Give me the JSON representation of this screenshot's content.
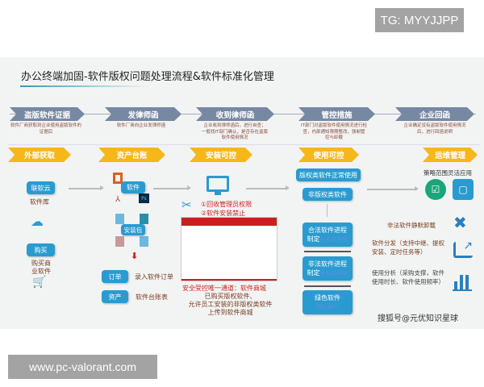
{
  "watermark_top": "TG: MYYJJPP",
  "watermark_bottom": "www.pc-valorant.com",
  "title": "办公终端加固-软件版权问题处理流程&软件标准化管理",
  "process": [
    {
      "label": "盗版软件证据",
      "desc": "软件厂商获取到企业使用盗版软件的证据后"
    },
    {
      "label": "发律师函",
      "desc": "软件厂商向企业发律师函"
    },
    {
      "label": "收到律师函",
      "desc": "企业收到律师函后，进行自查；一般找IT部门确认，是否存在盗版软件使用情况"
    },
    {
      "label": "管控措施",
      "desc": "IT部门对盗版软件使用情况进行检查，内部通知限期整改，强制管控与卸载"
    },
    {
      "label": "企业回函",
      "desc": "企业确定没有盗版软件使用情况后，进行回函说明"
    }
  ],
  "stages": [
    "外部获取",
    "资产台账",
    "安装可控",
    "使用可控",
    "运维管理"
  ],
  "external": {
    "cloud_btn": "联软云",
    "cloud_label": "软件库",
    "buy_btn": "购买",
    "buy_label": "购买商业软件"
  },
  "ledger": {
    "software_btn": "软件",
    "package_btn": "安装包",
    "order_btn": "订单",
    "order_label": "录入软件订单",
    "asset_btn": "资产",
    "asset_label": "软件台账表"
  },
  "install": {
    "rule1": "①回收管理员权限",
    "rule2": "②软件安装禁止",
    "store_title": "安全受控唯一通道：软件商城",
    "store_desc1": "已购买版权软件、",
    "store_desc2": "允许员工安装的非版权类软件",
    "store_desc3": "上传到软件商城"
  },
  "usage": {
    "copyright_btn": "版权类软件正常使用",
    "noncopyright_btn": "非版权类软件",
    "legal_title": "合法软件进程",
    "legal_prefix": "制定",
    "legal_sub": "白名单限制",
    "illegal_title": "非法软件进程",
    "illegal_prefix": "制定",
    "illegal_sub": "黑名单限制",
    "green_title": "绿色软件",
    "green_sub": "禁止运行"
  },
  "ops": {
    "strategy": "策略范围灵活应用",
    "uninstall": "非法软件静默卸载",
    "distribute": "软件分发（支持中继、提权安装、定时任务等）",
    "analysis": "使用分析（采购支撑，软件使用时长、软件使用频率）"
  },
  "source_mark": "搜狐号@元优知识星球",
  "colors": {
    "gray_chevron": "#7788a3",
    "yellow_chevron": "#f6b71a",
    "button_blue": "#2a9bd0",
    "red": "#d21f1f"
  }
}
